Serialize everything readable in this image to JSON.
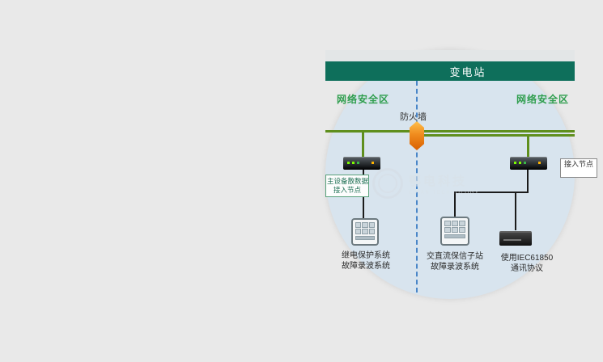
{
  "diagram": {
    "banner": {
      "title": "变电站"
    },
    "zone_left_label": "网络安全区",
    "zone_right_label": "网络安全区",
    "firewall_label": "防火墙",
    "node_label": {
      "line1": "主设备散数据",
      "line2": "接入节点"
    },
    "edge_label": "接入节点",
    "captions": {
      "left_line1": "继电保护系统",
      "left_line2": "故障录波系统",
      "middle_line1": "交直流保信子站",
      "middle_line2": "故障录波系统",
      "right_line1": "使用IEC61850",
      "right_line2": "通讯协议"
    },
    "watermark": {
      "cn": "鄂电科技",
      "en": "EDIAN TECHNOLOGY"
    },
    "colors": {
      "banner_green": "#0e6f5b",
      "zone_text_green": "#2f9e4e",
      "bus_green": "#5f8f1d",
      "divider_blue": "#4a86c8",
      "firewall_orange": "#f08c1e",
      "page_background": "#e9e9e9",
      "diagram_background": "#d8e4ee"
    }
  }
}
